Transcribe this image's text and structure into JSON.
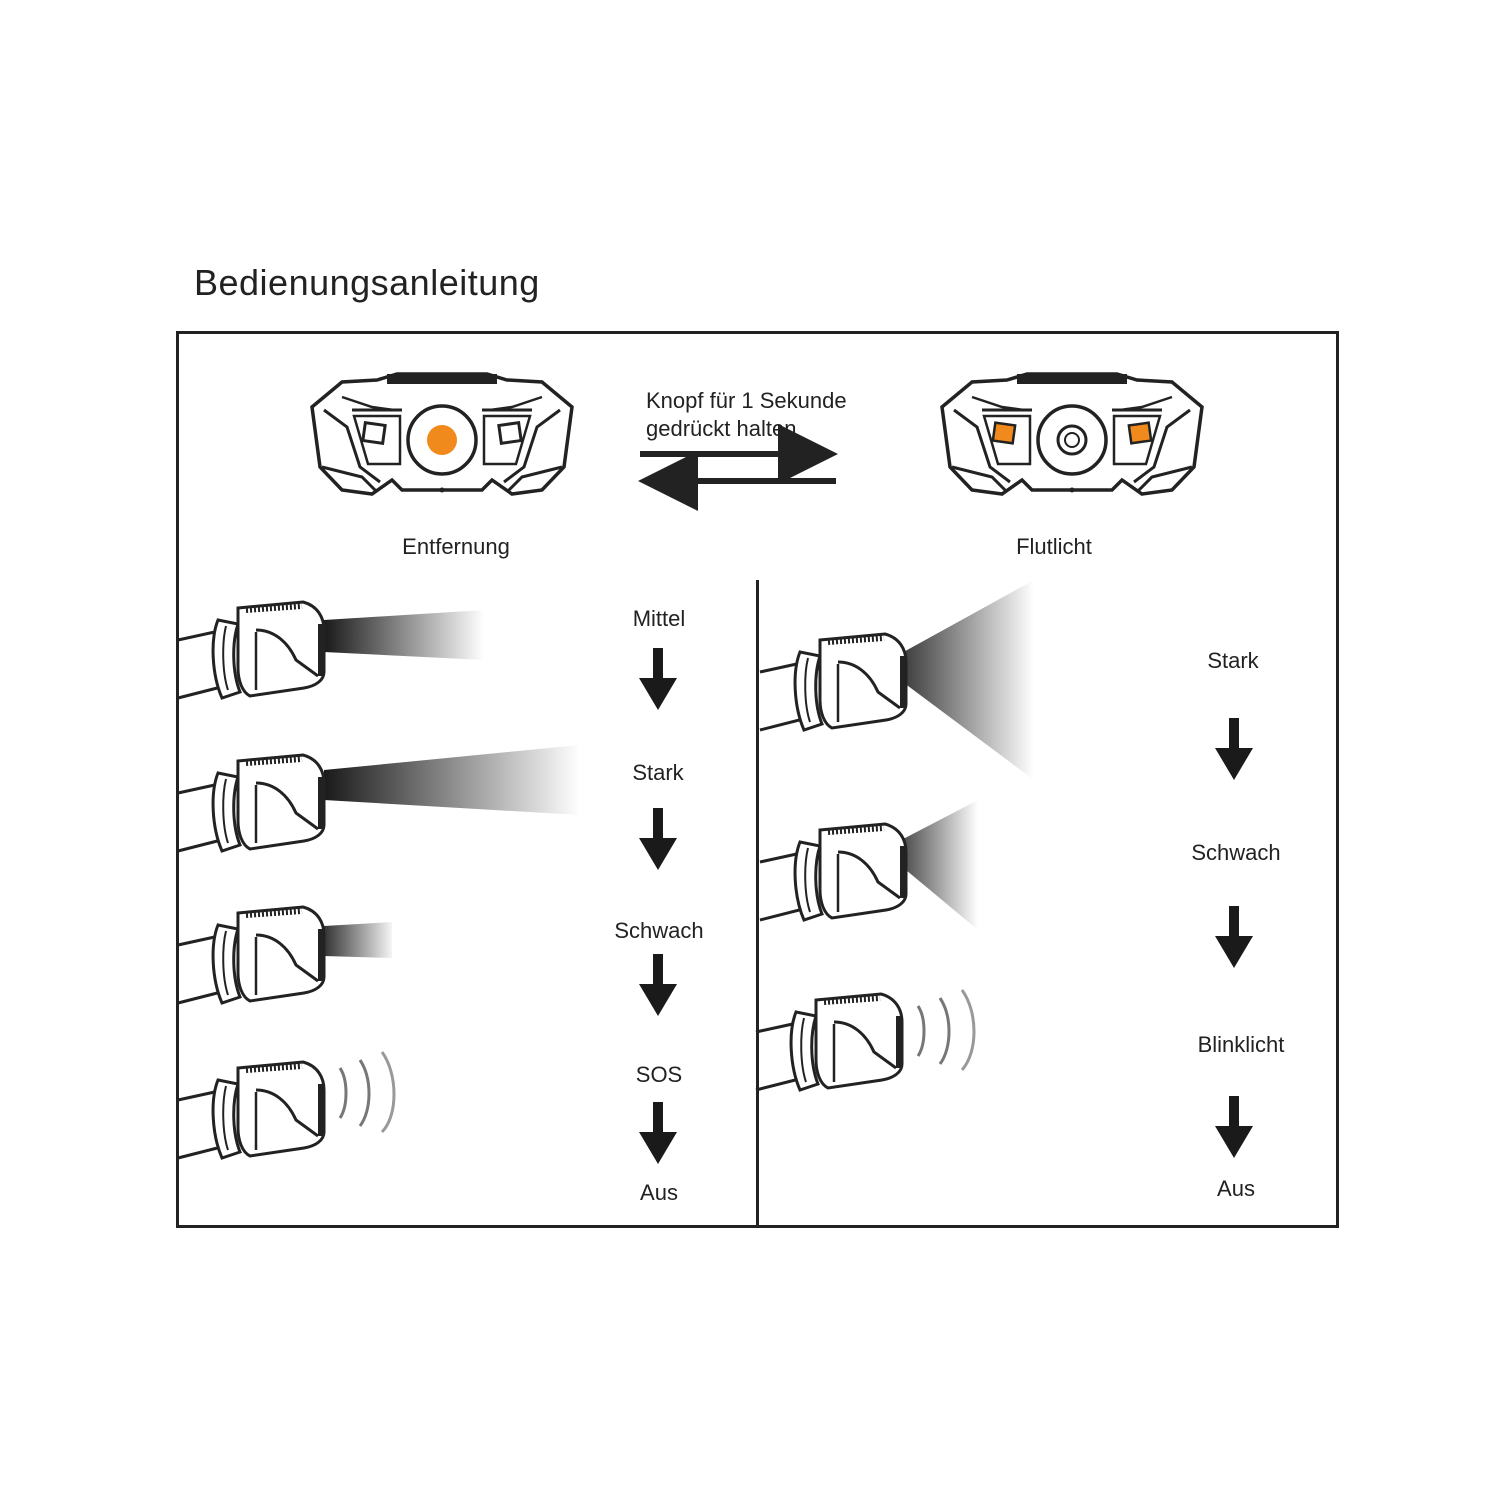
{
  "title": "Bedienungsanleitung",
  "toggle": {
    "line1": "Knopf für 1 Sekunde",
    "line2": "gedrückt halten"
  },
  "modes": {
    "distance_label": "Entfernung",
    "flood_label": "Flutlicht"
  },
  "distance_sequence": [
    "Mittel",
    "Stark",
    "Schwach",
    "SOS",
    "Aus"
  ],
  "flood_sequence": [
    "Stark",
    "Schwach",
    "Blinklicht",
    "Aus"
  ],
  "colors": {
    "accent": "#f08a1c",
    "line": "#222222"
  }
}
